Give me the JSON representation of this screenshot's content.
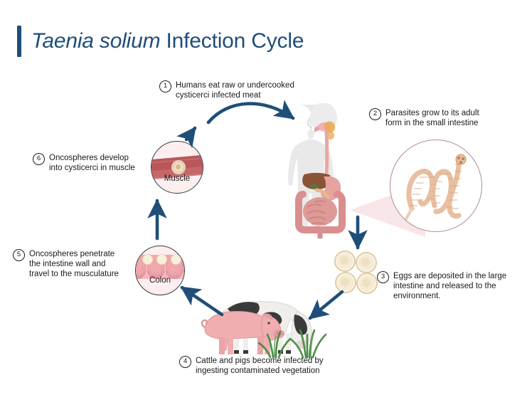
{
  "title": {
    "species": "Taenia solium",
    "rest": " Infection Cycle",
    "accent_color": "#1f4e79"
  },
  "colors": {
    "arrow": "#1f4e79",
    "title": "#1f4e79",
    "muscle": "#b8565a",
    "colon": "#f0a8ae",
    "egg": "#e0cda6",
    "worm": "#e8bfa0",
    "pig": "#f0aeb0",
    "cow_dark": "#3b3a3a",
    "grass": "#4e8c4a",
    "inset_bg": "#fdeff0"
  },
  "steps": [
    {
      "number": "1",
      "text": "Humans eat raw or undercooked\ncysticerci infected meat"
    },
    {
      "number": "2",
      "text": "Parasites grow to its adult\nform in the small intestine"
    },
    {
      "number": "3",
      "text": "Eggs are deposited in the large\nintestine and released to the\nenvironment."
    },
    {
      "number": "4",
      "text": "Cattle and pigs become infected by\ningesting contaminated vegetation"
    },
    {
      "number": "5",
      "text": "Oncospheres penetrate\nthe intestine wall and\ntravel to the musculature"
    },
    {
      "number": "6",
      "text": "Oncospheres develop\ninto cysticerci in muscle"
    }
  ],
  "insets": [
    {
      "id": "muscle",
      "caption": "Muscle"
    },
    {
      "id": "colon",
      "caption": "Colon"
    }
  ],
  "figures": {
    "human": "human-digestive-system",
    "tapeworm": "tapeworm-magnified",
    "eggs": "taenia-eggs",
    "animals": "pig-and-cow-grazing"
  }
}
